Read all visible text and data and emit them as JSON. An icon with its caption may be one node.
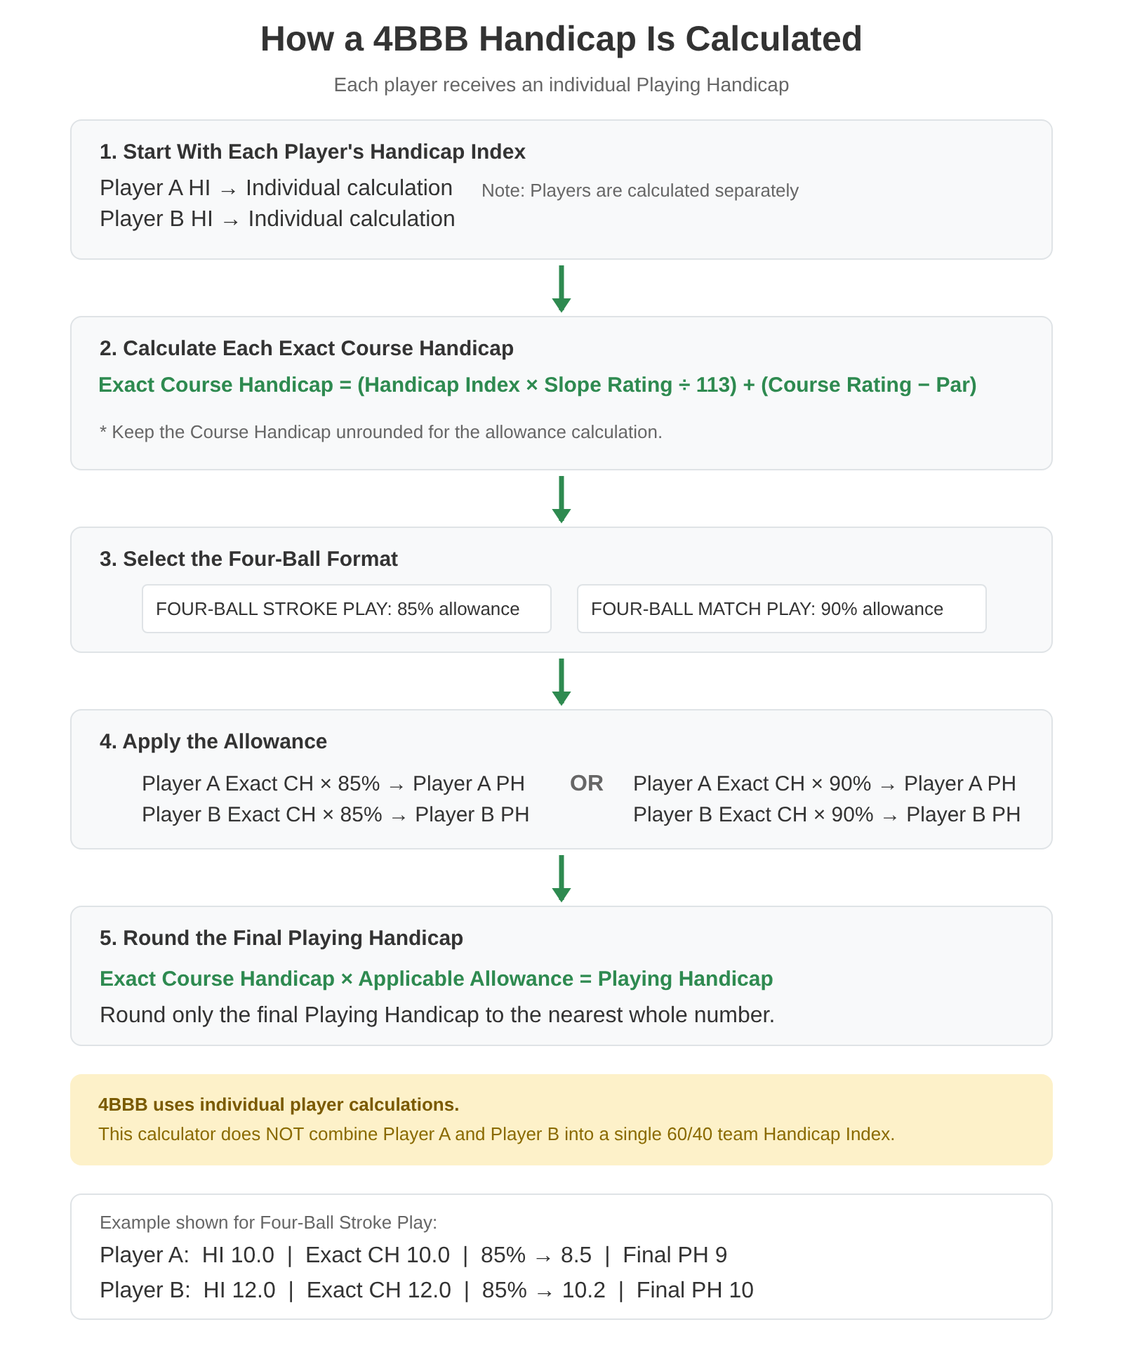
{
  "diagram": {
    "title": "How a 4BBB Handicap Is Calculated",
    "caption": "Each player receives an individual Playing Handicap",
    "nodes": [
      {
        "text": [
          "1. Start With Each Player's Handicap Index",
          "Player A HI → Individual calculation",
          "Note: Players are calculated separately",
          "Player B HI → Individual calculation"
        ]
      },
      {
        "text": [
          "2. Calculate Each Exact Course Handicap",
          "Exact Course Handicap = (Handicap Index × Slope Rating ÷ 113) + (Course Rating − Par)",
          "* Keep the Course Handicap unrounded for the allowance calculation."
        ]
      },
      {
        "text": [
          "3. Select the Four-Ball Format"
        ]
      },
      {
        "text": [
          "FOUR-BALL STROKE PLAY: 85% allowance"
        ],
        "in": 2
      },
      {
        "text": [
          "FOUR-BALL MATCH PLAY: 90% allowance"
        ],
        "in": 2
      },
      {
        "text": [
          "4. Apply the Allowance",
          "Player A Exact CH × 85% → Player A PH",
          "OR",
          "Player A Exact CH × 90% → Player A PH",
          "Player B Exact CH × 85% → Player B PH",
          "Player B Exact CH × 90% → Player B PH"
        ]
      },
      {
        "text": [
          "5. Round the Final Playing Handicap",
          "Exact Course Handicap × Applicable Allowance = Playing Handicap",
          "Round only the final Playing Handicap to the nearest whole number."
        ]
      },
      {
        "text": [
          "4BBB uses individual player calculations.",
          "This calculator does NOT combine Player A and Player B into a single 60/40 team Handicap Index."
        ]
      },
      {
        "text": [
          "Example shown for Four-Ball Stroke Play:",
          "Player A:  HI 10.0  |  Exact CH 10.0  |  85% → 8.5  |  Final PH 9",
          "Player B:  HI 12.0  |  Exact CH 12.0  |  85% → 10.2  |  Final PH 10"
        ]
      }
    ],
    "edges": [
      {
        "from": 0,
        "to": 1,
        "arrow": "to"
      },
      {
        "from": 1,
        "to": 2,
        "arrow": "to"
      },
      {
        "from": 2,
        "to": 5,
        "arrow": "to"
      },
      {
        "from": 5,
        "to": 6,
        "arrow": "to"
      }
    ]
  }
}
